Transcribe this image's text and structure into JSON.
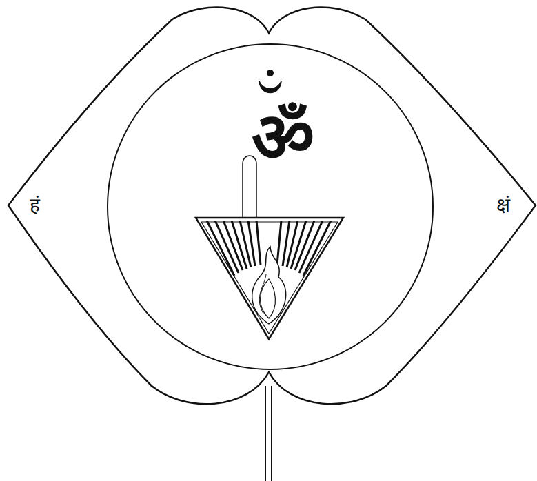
{
  "diagram": {
    "labels": [
      "हं",
      "ॐ",
      "क्षं"
    ]
  }
}
